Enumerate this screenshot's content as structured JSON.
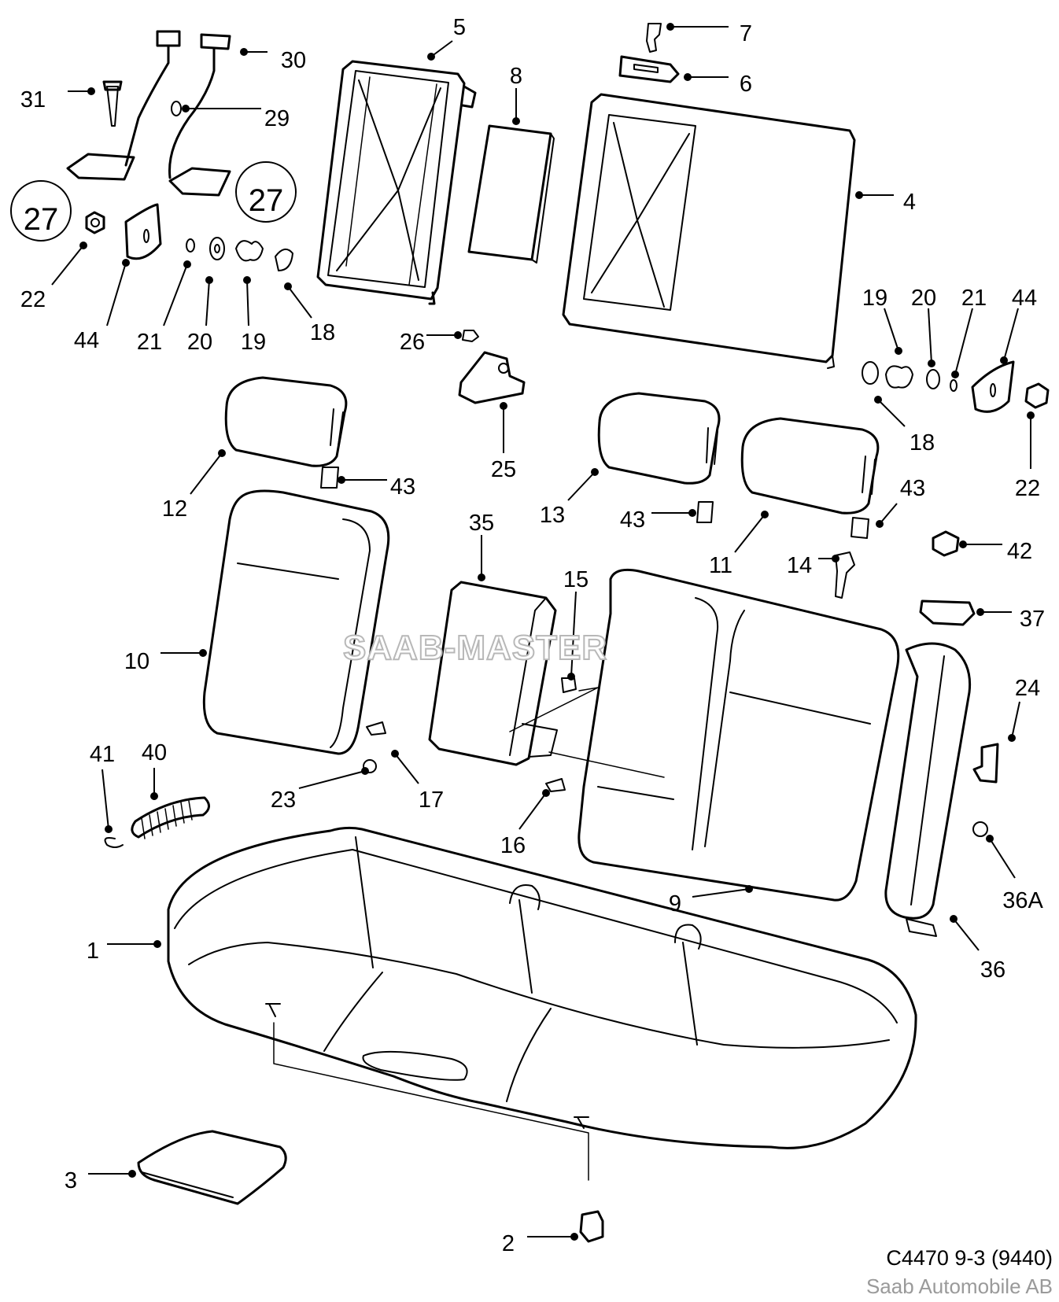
{
  "labels": [
    "5",
    "7",
    "30",
    "6",
    "31",
    "29",
    "8",
    "4",
    "27",
    "27",
    "22",
    "44",
    "21",
    "20",
    "19",
    "18",
    "26",
    "19",
    "20",
    "21",
    "44",
    "18",
    "22",
    "25",
    "12",
    "43",
    "13",
    "43",
    "11",
    "43",
    "35",
    "15",
    "14",
    "42",
    "37",
    "10",
    "24",
    "41",
    "40",
    "23",
    "17",
    "16",
    "36A",
    "9",
    "36",
    "1",
    "3",
    "2"
  ],
  "caption": {
    "code": "C4470 9-3 (9440)",
    "company": "Saab Automobile AB"
  },
  "watermark": "SAAB-MASTER",
  "colors": {
    "line": "#000000",
    "background": "#ffffff",
    "caption_gray": "#9a9a9a",
    "watermark_outline": "#b8b8b8"
  }
}
